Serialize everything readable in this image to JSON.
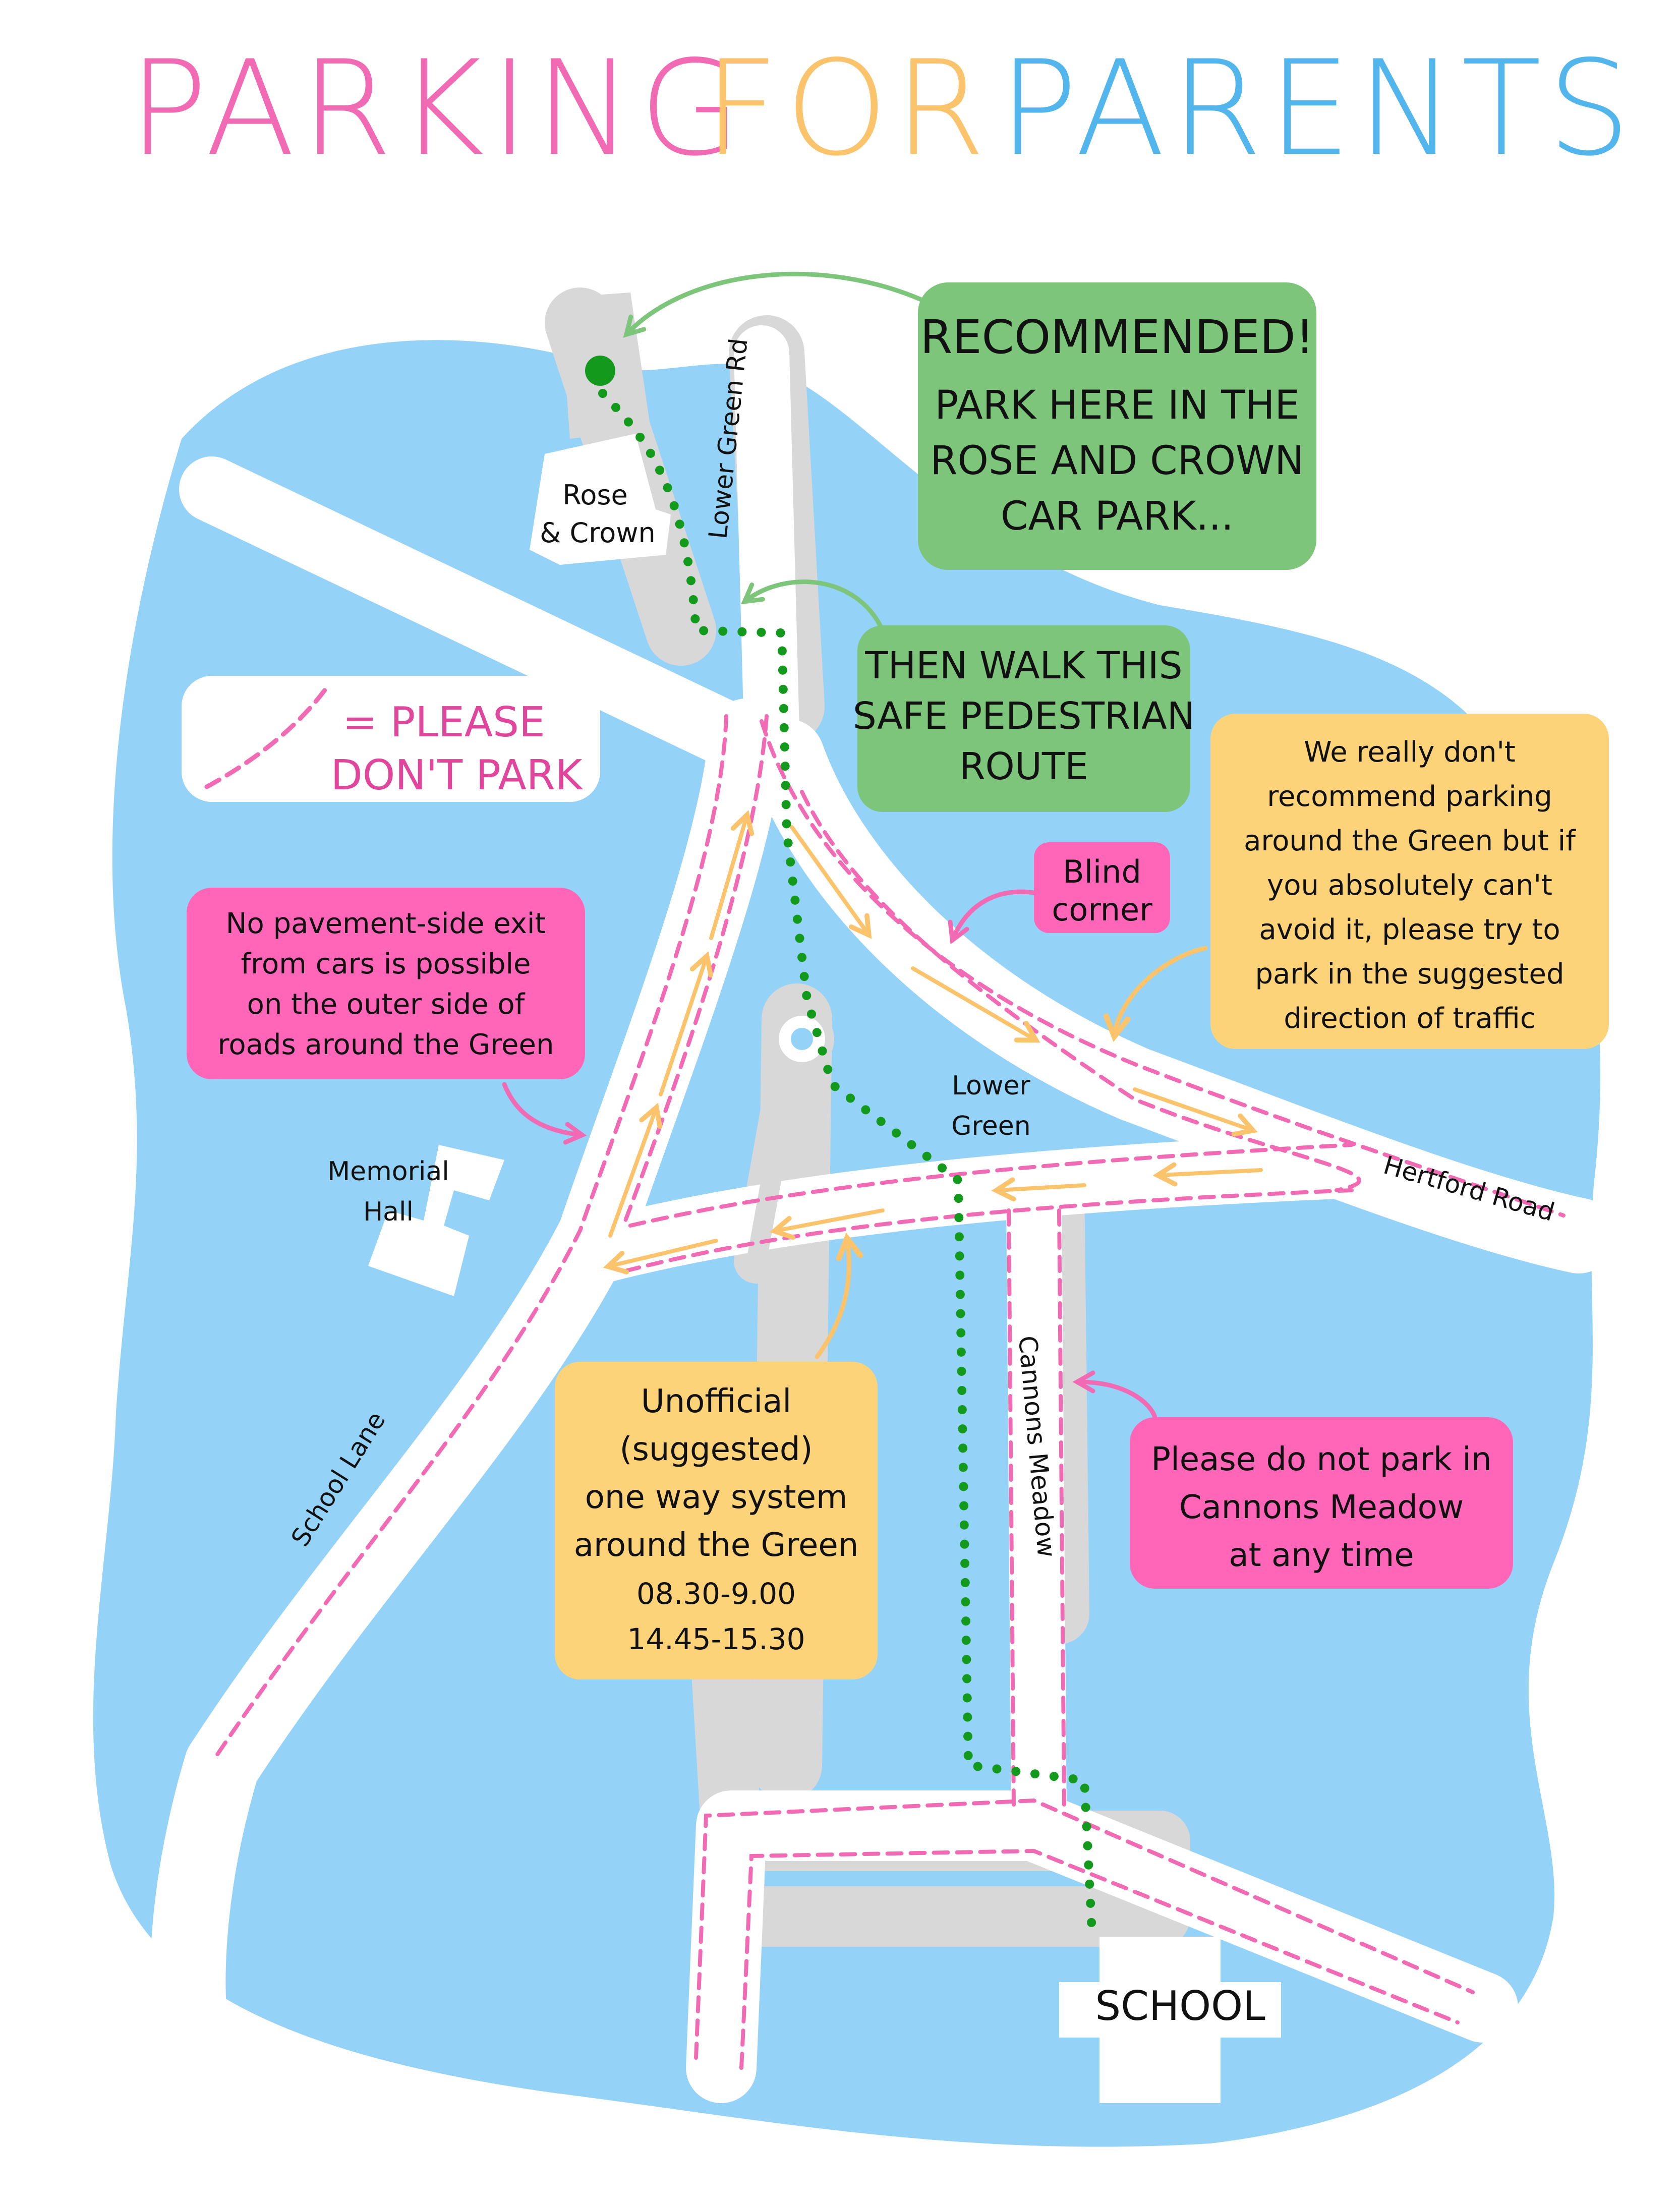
{
  "title": {
    "word1": "PARKING",
    "word2": "FOR",
    "word3": "PARENTS",
    "color1": "#f06ab4",
    "color2": "#fbc36b",
    "color3": "#52b6ec"
  },
  "colors": {
    "water": "#94d3f7",
    "road": "#ffffff",
    "verge": "#d8d8d8",
    "green_box": "#7dc57a",
    "pink_box": "#ff66b8",
    "yellow_box": "#fdd37a",
    "no_park_dash": "#f06ab4",
    "one_way_arrow": "#fbc36b",
    "walk_route": "#139a1c"
  },
  "callouts": {
    "recommended": {
      "heading": "RECOMMENDED!",
      "line1": "PARK HERE IN THE",
      "line2": "ROSE AND CROWN",
      "line3": "CAR PARK..."
    },
    "walk": {
      "line1": "THEN WALK THIS",
      "line2": "SAFE PEDESTRIAN",
      "line3": "ROUTE"
    },
    "legend": {
      "line1": "= PLEASE",
      "line2": "DON'T PARK"
    },
    "blind_corner": {
      "line1": "Blind",
      "line2": "corner"
    },
    "green_advice": {
      "line1": "We really don't",
      "line2": "recommend parking",
      "line3": "around the Green but if",
      "line4": "you absolutely can't",
      "line5": "avoid it, please try to",
      "line6": "park in the suggested",
      "line7": "direction of traffic"
    },
    "pavement": {
      "line1": "No pavement-side exit",
      "line2": "from cars is possible",
      "line3": "on the outer side of",
      "line4": "roads around the Green"
    },
    "one_way": {
      "line1": "Unofficial",
      "line2": "(suggested)",
      "line3": "one way system",
      "line4": "around the Green",
      "line5": "08.30-9.00",
      "line6": "14.45-15.30"
    },
    "cannons": {
      "line1": "Please do not park in",
      "line2": "Cannons Meadow",
      "line3": "at any time"
    }
  },
  "places": {
    "rose_crown_1": "Rose",
    "rose_crown_2": "& Crown",
    "lower_green_1": "Lower",
    "lower_green_2": "Green",
    "memorial_1": "Memorial",
    "memorial_2": "Hall",
    "school": "SCHOOL"
  },
  "streets": {
    "lower_green_rd": "Lower Green Rd",
    "hertford_road": "Hertford Road",
    "school_lane": "School Lane",
    "cannons_meadow": "Cannons Meadow"
  }
}
